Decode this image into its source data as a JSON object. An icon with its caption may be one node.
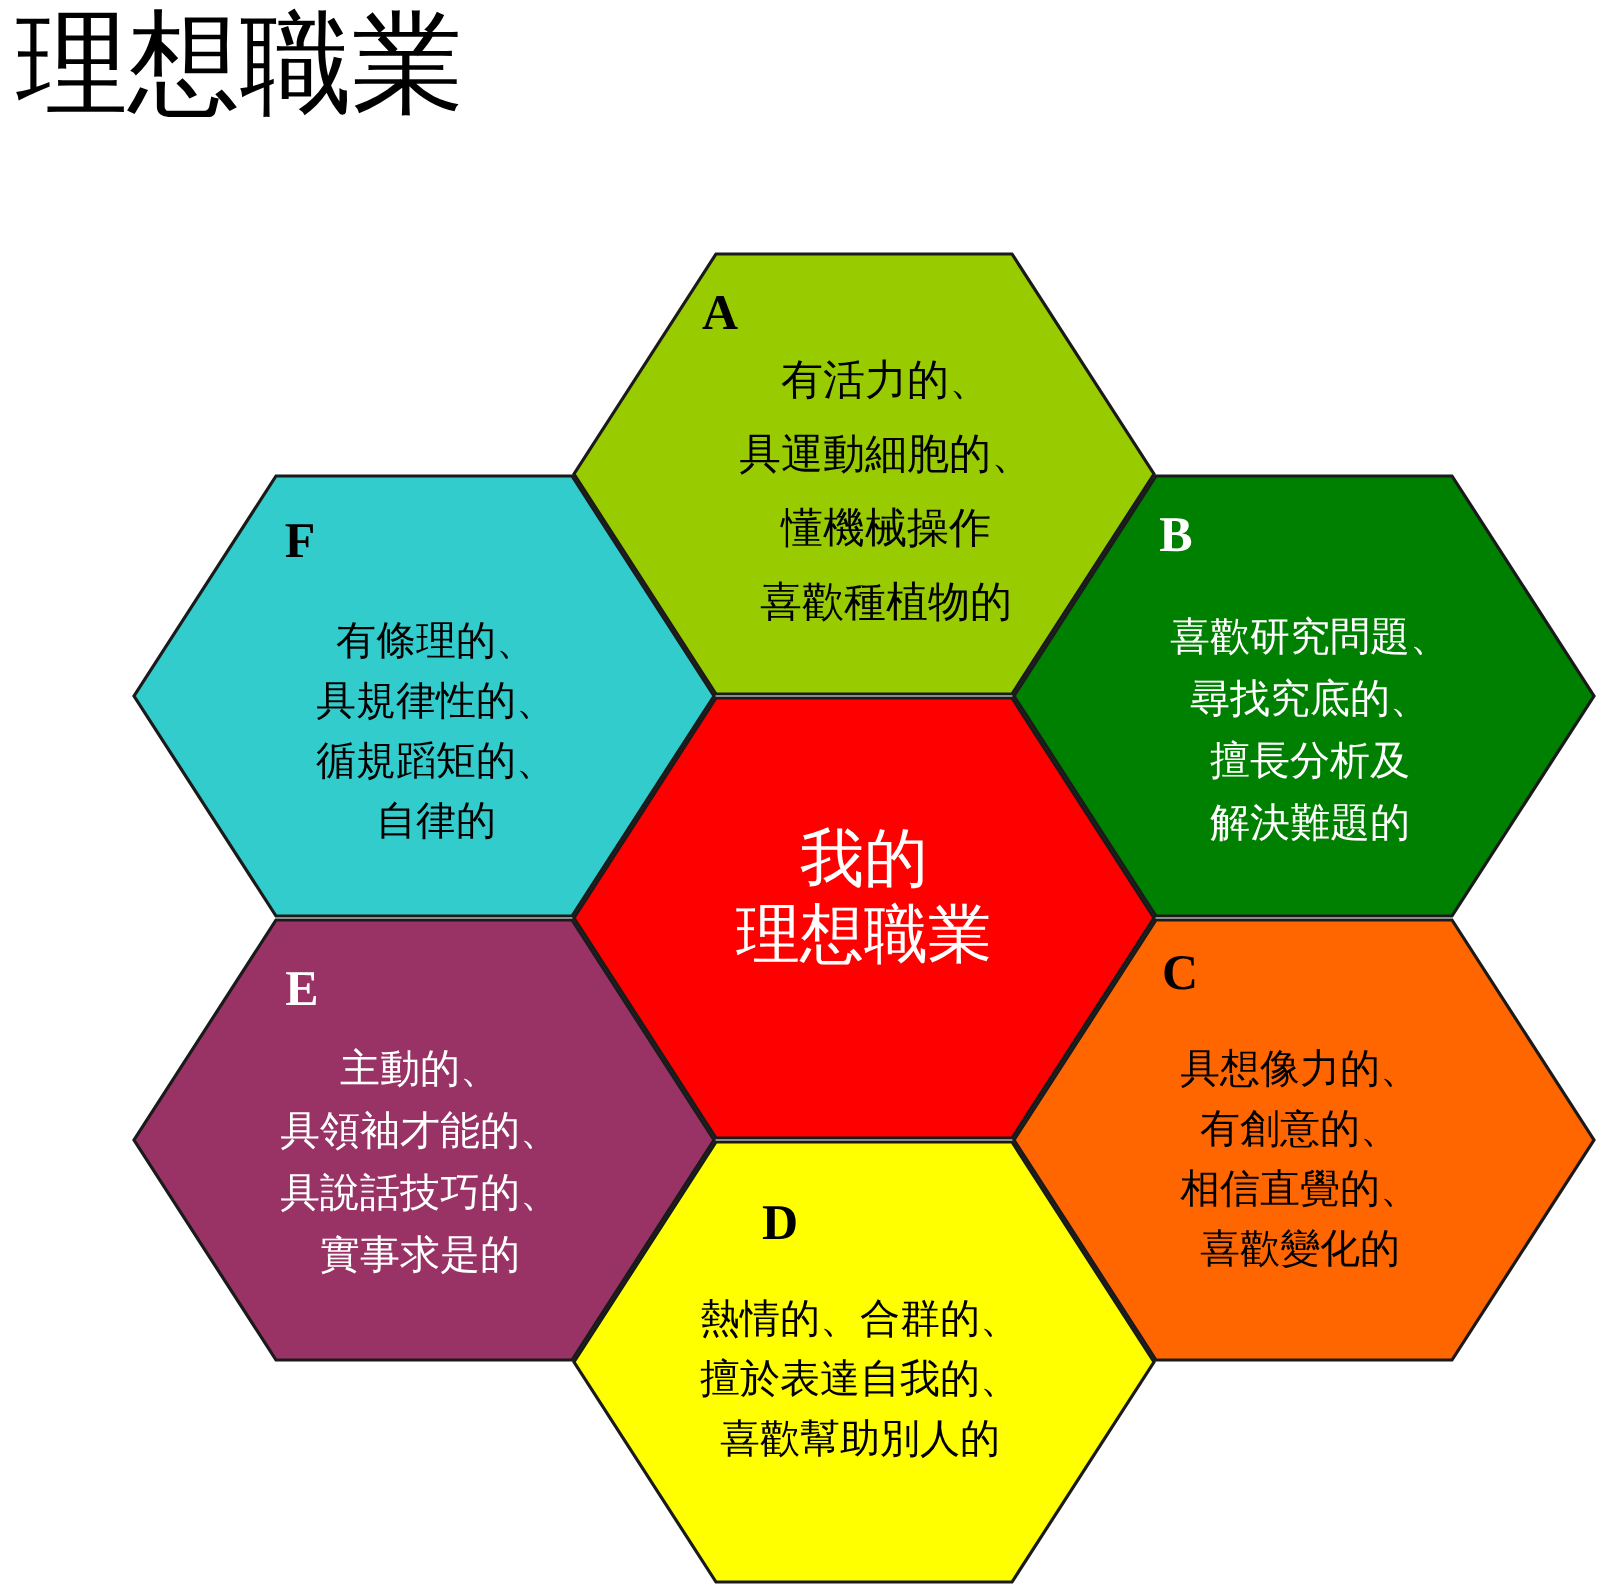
{
  "diagram": {
    "title": "理想職業",
    "nodes": [
      {
        "text": [
          "我的理想職業"
        ]
      },
      {
        "text": [
          "A",
          "有活力的、具運動細胞的、懂機械操作喜歡種植物的"
        ]
      },
      {
        "text": [
          "B",
          "喜歡研究問題、尋找究底的、擅長分析及解決難題的"
        ]
      },
      {
        "text": [
          "C",
          "具想像力的、有創意的、相信直覺的、喜歡變化的"
        ]
      },
      {
        "text": [
          "D",
          "熱情的、合群的、擅於表達自我的、喜歡幫助別人的"
        ]
      },
      {
        "text": [
          "E",
          "主動的、具領袖才能的、具說話技巧的、實事求是的"
        ]
      },
      {
        "text": [
          "F",
          "有條理的、具規律性的、循規蹈矩的、自律的"
        ]
      }
    ]
  }
}
